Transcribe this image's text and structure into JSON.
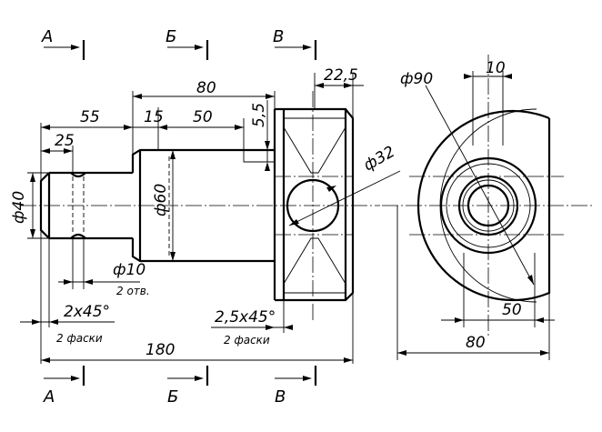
{
  "sections": {
    "a": "А",
    "b": "Б",
    "v": "В"
  },
  "dimensions": {
    "d80": "80",
    "d22_5": "22,5",
    "d55": "55",
    "d15": "15",
    "d50": "50",
    "d5_5": "5,5",
    "d25": "25",
    "phi40": "ф40",
    "phi60": "ф60",
    "phi32": "ф32",
    "phi10": "ф10",
    "two_holes": "2 отв.",
    "chamfer_left": "2х45°",
    "chamfer_left_note": "2 фаски",
    "chamfer_right": "2,5х45°",
    "chamfer_right_note": "2 фаски",
    "d180": "180",
    "phi90": "ф90",
    "d10": "10",
    "d50_side": "50",
    "d80_side": "80"
  }
}
